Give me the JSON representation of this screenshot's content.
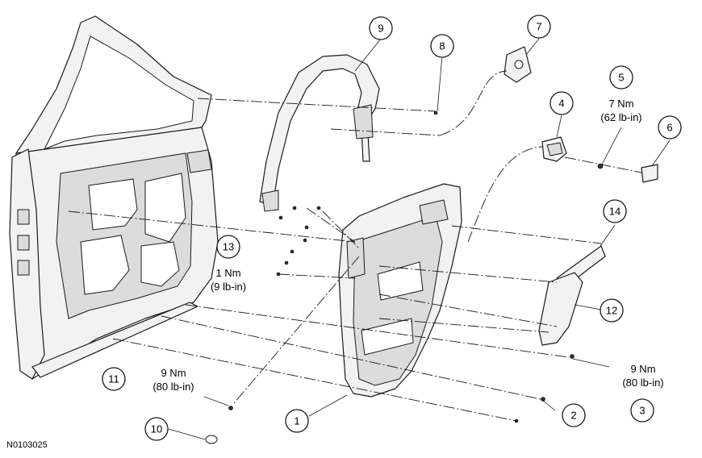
{
  "figure_id": "N0103025",
  "callouts": [
    {
      "num": "1"
    },
    {
      "num": "2"
    },
    {
      "num": "3"
    },
    {
      "num": "4"
    },
    {
      "num": "5"
    },
    {
      "num": "6"
    },
    {
      "num": "7"
    },
    {
      "num": "8"
    },
    {
      "num": "9"
    },
    {
      "num": "10"
    },
    {
      "num": "11"
    },
    {
      "num": "12"
    },
    {
      "num": "13"
    },
    {
      "num": "14"
    }
  ],
  "torque_specs": {
    "s5": {
      "line1": "7 Nm",
      "line2": "(62 lb-in)"
    },
    "s13": {
      "line1": "1 Nm",
      "line2": "(9 lb-in)"
    },
    "s11": {
      "line1": "9 Nm",
      "line2": "(80 lb-in)"
    },
    "s3": {
      "line1": "9 Nm",
      "line2": "(80 lb-in)"
    }
  }
}
